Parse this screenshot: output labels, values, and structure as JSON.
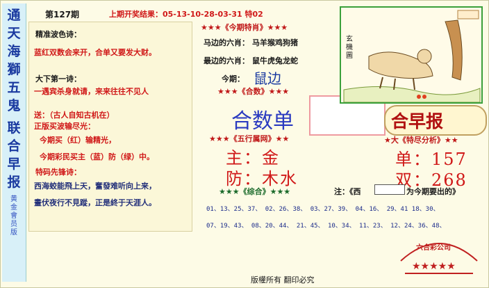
{
  "title_chars": [
    "通",
    "天",
    "海",
    "獅",
    "五",
    "鬼",
    "联",
    "合",
    "早",
    "报"
  ],
  "title_sub": "黄金會员版",
  "issue": "第127期",
  "last_result": "上期开奖结果：05-13-10-28-03-31 特02",
  "left": {
    "s1_title": "精准波色诗：",
    "s1_line": "蓝红双数会来开，合单又要发大财。",
    "s2_title": "大下第一诗：",
    "s2_line": "一遇宾杀身就请，来来往往不见人",
    "s3_title": "送：（古人自知古机在）",
    "s3_sub": "正版买波输尽光：",
    "s3_line1": "今期买（红）输精光，",
    "s3_line2": "今期彩民买主（蓝）防（绿）中。",
    "s4_title": "特码先锋诗：",
    "s4_line1": "西海蛟能飛上天，奮發难听向上来，",
    "s4_line2": "畫伏夜行不見蹤，正是終于天涯人。"
  },
  "center": {
    "special_title": "★★★《今期特肖》★★★",
    "six_a_label": "马边的六肖：",
    "six_a_value": "马羊猴鸡狗猪",
    "six_b_label": "最边的六肖：",
    "six_b_value": "鼠牛虎兔龙蛇",
    "this_label": "今期：",
    "this_value": "鼠边",
    "heshu_title": "★★★《合数》★★★",
    "heshu_value": "合数单",
    "paper_name": "合早报",
    "wuxing_title": "★★★《五行属网》★★",
    "main_value": "主：金",
    "guard_value": "防：木水",
    "combo_title": "★★★《综合》★★★",
    "note": "注：《西",
    "note_tail": "为今期要出的》",
    "numbers_row1": "01、13、25、37、    02、26、38、    03、27、39、    04、16、    29、41  18、30、",
    "numbers_row2": "07、19、43、    08、20、44、    21、45、    10、34、    11、23、    12、24、36、48、"
  },
  "right": {
    "special_analysis": "★大《特尽分析》★★",
    "dan_value": "单：157",
    "shuang_value": "双：268",
    "cartoon_label": "玄機圖",
    "stamp_text": "六合彩公司"
  },
  "footer": "版權所有  翻印必究"
}
